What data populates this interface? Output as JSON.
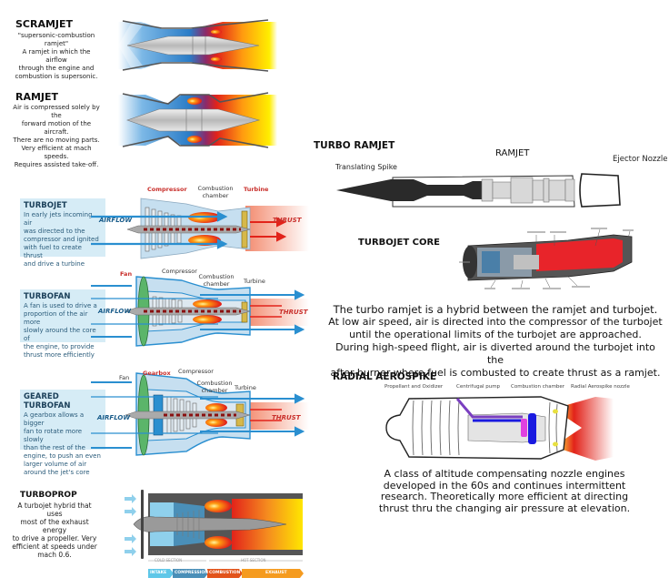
{
  "left": {
    "scramjet": {
      "title": "SCRAMJET",
      "description": [
        "\"supersonic-combustion ramjet\"",
        "A ramjet in which the airflow",
        "through the engine and",
        "combustion is supersonic."
      ]
    },
    "ramjet": {
      "title": "RAMJET",
      "description": [
        "Air is compressed solely by the",
        "forward motion of the aircraft.",
        "There are no moving parts.",
        "Very efficient at mach speeds.",
        "Requires assisted take-off."
      ]
    },
    "turbojet": {
      "title": "TURBOJET",
      "description": [
        "In early jets incoming air",
        "was directed to the",
        "compressor and ignited",
        "with fuel to create thrust",
        "and drive a turbine"
      ],
      "labels": {
        "compressor": "Compressor",
        "combustion": "Combustion\nchamber",
        "turbine": "Turbine",
        "airflow": "AIRFLOW",
        "thrust": "THRUST"
      }
    },
    "turbofan": {
      "title": "TURBOFAN",
      "description": [
        "A fan is used to drive a",
        "proportion of the air more",
        "slowly around the core of",
        "the engine, to provide",
        "thrust more efficiently"
      ],
      "labels": {
        "fan": "Fan",
        "compressor": "Compressor",
        "combustion": "Combustion\nchamber",
        "turbine": "Turbine",
        "airflow": "AIRFLOW",
        "thrust": "THRUST"
      }
    },
    "geared_turbofan": {
      "title": "GEARED TURBOFAN",
      "description": [
        "A gearbox allows a bigger",
        "fan to rotate more slowly",
        "than the rest of the",
        "engine, to push an even",
        "larger volume of air",
        "around the jet's core"
      ],
      "labels": {
        "fan": "Fan",
        "gearbox": "Gearbox",
        "compressor": "Compressor",
        "combustion": "Combustion\nchamber",
        "turbine": "Turbine",
        "airflow": "AIRFLOW",
        "thrust": "THRUST"
      }
    },
    "turboprop": {
      "title": "TURBOPROP",
      "description": [
        "A turbojet hybrid that uses",
        "most of the exhaust energy",
        "to drive a propeller. Very",
        "efficient at speeds under",
        "mach 0.6."
      ],
      "stages": [
        "INTAKE",
        "COMPRESSION",
        "COMBUSTION",
        "EXHAUST"
      ],
      "sections": [
        "COLD SECTION",
        "HOT SECTION"
      ]
    }
  },
  "right": {
    "turbo_ramjet": {
      "title": "TURBO RAMJET",
      "labels": {
        "spike": "Translating Spike",
        "ramjet": "RAMJET",
        "nozzle": "Ejector Nozzle"
      },
      "core_title": "TURBOJET CORE",
      "paragraph": [
        "The turbo ramjet is a hybrid between the ramjet and turbojet.",
        "At low air speed, air is directed into the compressor of the turbojet",
        "until the operational limits of the turbojet are approached.",
        "During high-speed flight, air is diverted around the turbojet into the",
        "after-burner where fuel is combusted to create thrust as a ramjet."
      ]
    },
    "radial_aerospike": {
      "title": "RADIAL AEROSPIKE",
      "labels": {
        "propellant": "Propellant and Oxidizer",
        "pump": "Centrifugal pump",
        "chamber": "Combustion chamber",
        "nozzle": "Radial Aerospike nozzle"
      },
      "paragraph": [
        "A class of altitude compensating nozzle engines",
        "developed in the 60s and continues intermittent",
        "research. Theoretically more efficient at directing",
        "thrust thru the changing air pressure at elevation."
      ]
    }
  },
  "colors": {
    "air_blue": "#2a8fd0",
    "hot_red": "#e2231a",
    "exhaust_yellow": "#ffee00",
    "box_blue": "#d6ecf6"
  }
}
